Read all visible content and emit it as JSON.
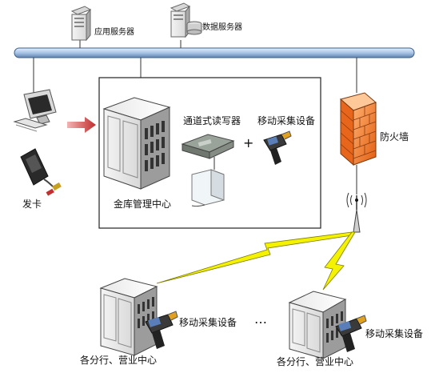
{
  "nodes": {
    "app_server": {
      "label": "应用服务器",
      "icon": "server-tower-icon"
    },
    "db_server": {
      "label": "数据服务器",
      "icon": "database-server-icon"
    },
    "vault_center": {
      "label": "金库管理中心",
      "icon": "server-cabinet-icon"
    },
    "channel_reader": {
      "label": "通道式读写器",
      "icon": "rfid-reader-icon"
    },
    "mobile_collector_top": {
      "label": "移动采集设备",
      "icon": "handheld-scanner-icon"
    },
    "firewall": {
      "label": "防火墙",
      "icon": "brick-firewall-icon"
    },
    "card_issue": {
      "label": "发卡",
      "icon": "card-reader-icon"
    },
    "branch_left": {
      "label": "各分行、营业中心",
      "icon": "server-cabinet-icon"
    },
    "branch_left_collector": {
      "label": "移动采集设备",
      "icon": "handheld-scanner-icon"
    },
    "branch_right": {
      "label": "各分行、营业中心",
      "icon": "server-cabinet-icon"
    },
    "branch_right_collector": {
      "label": "移动采集设备",
      "icon": "handheld-scanner-icon"
    }
  },
  "symbols": {
    "plus": "+",
    "ellipsis": "…"
  },
  "colors": {
    "bus": "#a8c4e6",
    "bus_edge": "#3a5f8c",
    "arrow": "#d24040",
    "lightning": "#f5f200",
    "brick": "#f07a2a",
    "line": "#333333"
  }
}
